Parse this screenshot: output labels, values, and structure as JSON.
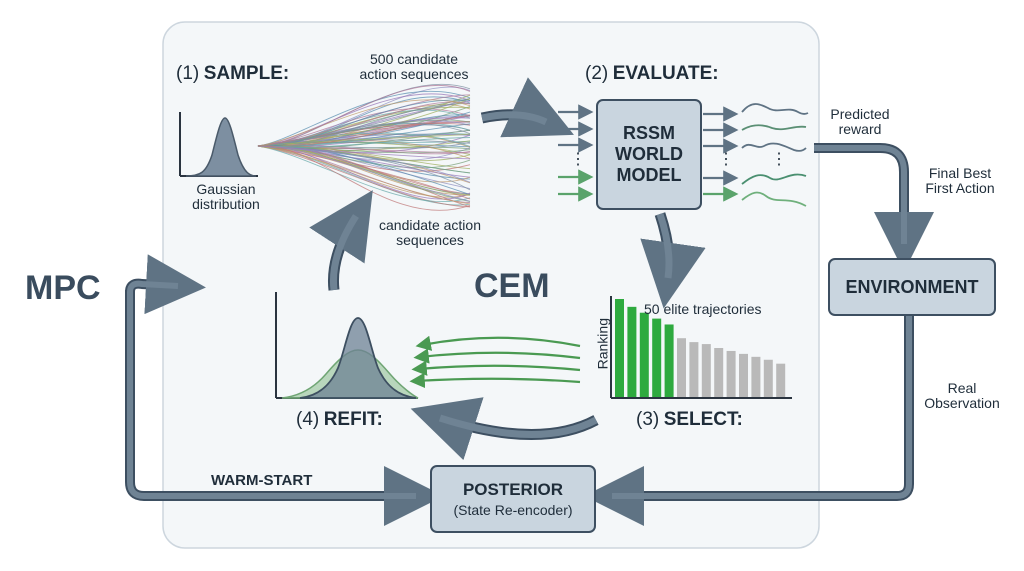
{
  "labels": {
    "mpc": "MPC",
    "cem": "CEM",
    "sample": {
      "num": "(1)",
      "name": "SAMPLE:"
    },
    "evaluate": {
      "num": "(2)",
      "name": "EVALUATE:"
    },
    "select": {
      "num": "(3)",
      "name": "SELECT:"
    },
    "refit": {
      "num": "(4)",
      "name": "REFIT:"
    },
    "candidates_top": [
      "500 candidate",
      "action sequences"
    ],
    "gaussian": [
      "Gaussian",
      "distribution"
    ],
    "candidates_loop": [
      "candidate action",
      "sequences"
    ],
    "elite": "50 elite trajectories",
    "ranking": "Ranking",
    "predicted_reward": [
      "Predicted",
      "reward"
    ],
    "final_best": [
      "Final Best",
      "First Action"
    ],
    "real_obs": [
      "Real",
      "Observation"
    ],
    "warm_start": "WARM-START"
  },
  "boxes": {
    "rssm": [
      "RSSM",
      "WORLD",
      "MODEL"
    ],
    "environment": "ENVIRONMENT",
    "posterior": {
      "title": "POSTERIOR",
      "subtitle": "(State Re-encoder)"
    }
  },
  "ellipsis": "⋮",
  "colors": {
    "arrow": "#5f7384",
    "arrow_dark": "#3d4f61",
    "box_fill": "#c9d5df",
    "panel_fill": "#f4f7f9",
    "elite_green": "#2eaa3f",
    "other_gray": "#b9b9b9",
    "gaussian_fill": "#6e8294"
  },
  "ranking_bars": {
    "elite_count": 5,
    "values": [
      1.0,
      0.92,
      0.86,
      0.8,
      0.74,
      0.6,
      0.56,
      0.54,
      0.5,
      0.47,
      0.44,
      0.41,
      0.38,
      0.34
    ]
  }
}
